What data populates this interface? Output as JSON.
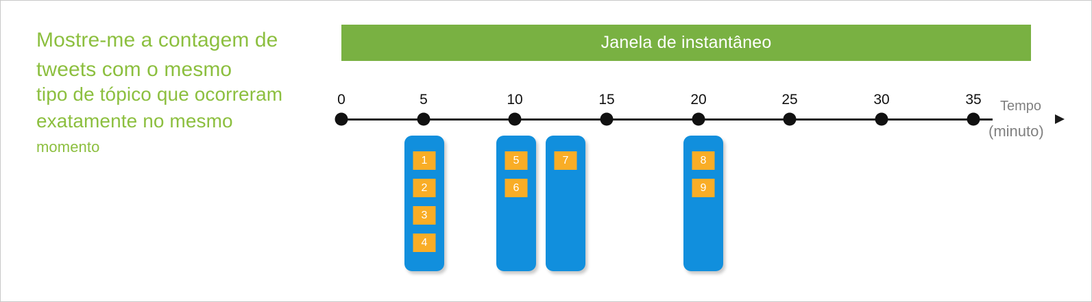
{
  "question": {
    "lines": [
      "Mostre-me a contagem de",
      "tweets com o mesmo",
      "tipo de tópico que ocorreram",
      "exatamente no mesmo",
      "momento"
    ],
    "color": "#8cbf3f"
  },
  "window_bar": {
    "label": "Janela de instantâneo",
    "color": "#79b142",
    "text_color": "#ffffff"
  },
  "axis": {
    "title_top": "Tempo",
    "title_bottom": "(minuto)",
    "title_color": "#808080",
    "unit": "minuto",
    "ticks": [
      {
        "label": "0",
        "value": 0,
        "x": 497
      },
      {
        "label": "5",
        "value": 5,
        "x": 617
      },
      {
        "label": "10",
        "value": 10,
        "x": 750
      },
      {
        "label": "15",
        "value": 15,
        "x": 884
      },
      {
        "label": "20",
        "value": 20,
        "x": 1018
      },
      {
        "label": "25",
        "value": 25,
        "x": 1151
      },
      {
        "label": "30",
        "value": 30,
        "x": 1285
      },
      {
        "label": "35",
        "value": 35,
        "x": 1419
      }
    ],
    "dot_color": "#111111",
    "line_color": "#1a1a1a"
  },
  "columns": [
    {
      "x": 589,
      "time": 5,
      "tweets": [
        "1",
        "2",
        "3",
        "4"
      ]
    },
    {
      "x": 723,
      "time": 10,
      "tweets": [
        "5",
        "6"
      ]
    },
    {
      "x": 795,
      "time": 10,
      "tweets": [
        "7"
      ]
    },
    {
      "x": 996,
      "time": 20,
      "tweets": [
        "8",
        "9"
      ]
    }
  ],
  "colors": {
    "column": "#118fdd",
    "tweet_box": "#f9ad26",
    "tweet_text": "#ffffff"
  },
  "chart_data": {
    "type": "bar",
    "title": "Janela de instantâneo",
    "xlabel": "Tempo (minuto)",
    "ylabel": "",
    "xlim": [
      0,
      35
    ],
    "x_ticks": [
      0,
      5,
      10,
      15,
      20,
      25,
      30,
      35
    ],
    "grid": false,
    "categories": [
      "5",
      "10",
      "10",
      "20"
    ],
    "values": [
      4,
      2,
      1,
      2
    ],
    "annotations": [
      "1",
      "2",
      "3",
      "4",
      "5",
      "6",
      "7",
      "8",
      "9"
    ]
  }
}
